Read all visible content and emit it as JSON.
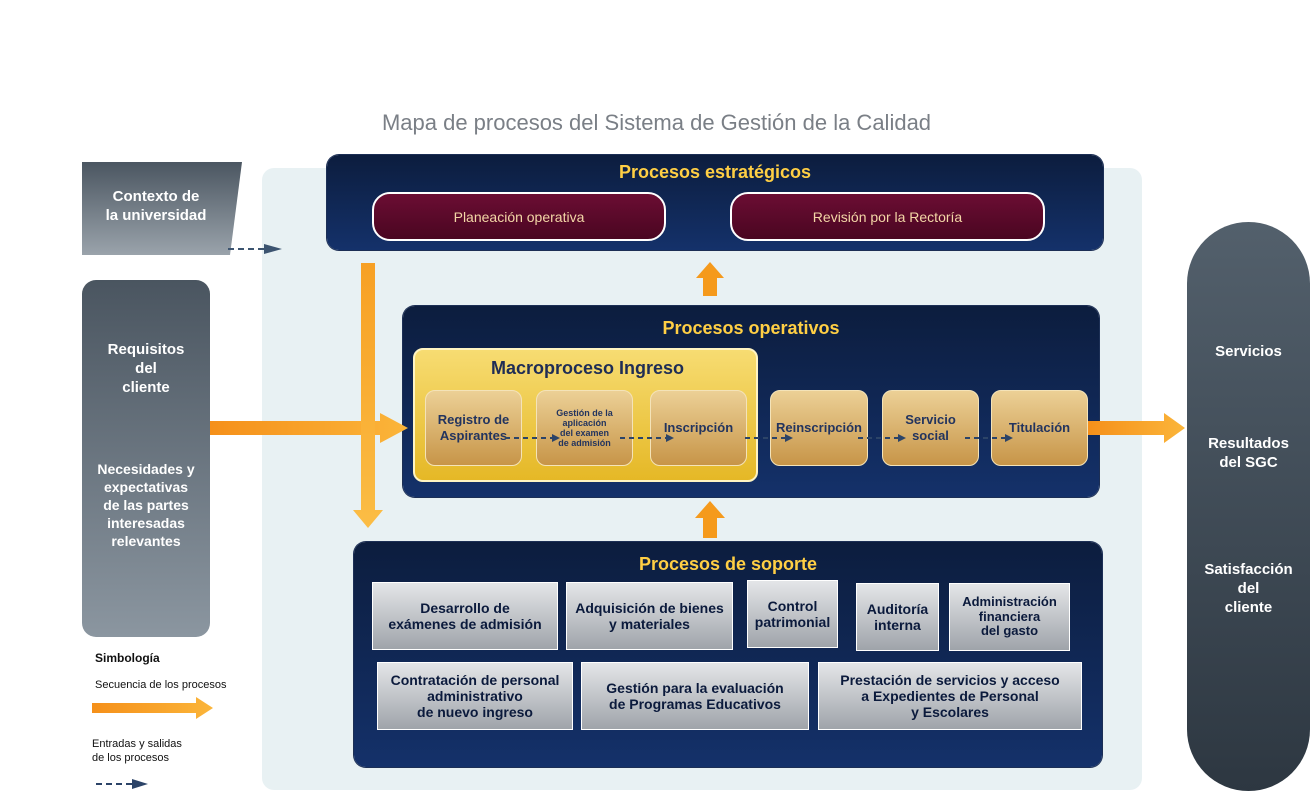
{
  "title": "Mapa de procesos del Sistema de Gestión de la Calidad",
  "context": "Contexto de\nla universidad",
  "left_box": {
    "requisitos": "Requisitos\ndel\ncliente",
    "necesidades": "Necesidades y\nexpectativas\nde las partes\ninteresadas\nrelevantes"
  },
  "estrategicos": {
    "title": "Procesos estratégicos",
    "items": [
      "Planeación operativa",
      "Revisión por la Rectoría"
    ]
  },
  "operativos": {
    "title": "Procesos operativos",
    "macro_title": "Macroproceso Ingreso",
    "macro_steps": [
      "Registro de\nAspirantes",
      "Gestión de la\naplicación\ndel examen\nde admisión",
      "Inscripción"
    ],
    "steps": [
      "Reinscripción",
      "Servicio\nsocial",
      "Titulación"
    ]
  },
  "soporte": {
    "title": "Procesos de soporte",
    "row1": [
      "Desarrollo de\nexámenes de admisión",
      "Adquisición de bienes\ny materiales",
      "Control\npatrimonial",
      "Auditoría\ninterna",
      "Administración\nfinanciera\ndel gasto"
    ],
    "row2": [
      "Contratación de personal\nadministrativo\nde nuevo ingreso",
      "Gestión para la evaluación\nde Programas Educativos",
      "Prestación de servicios y acceso\na Expedientes de Personal\ny Escolares"
    ]
  },
  "outputs": [
    "Servicios",
    "Resultados\ndel SGC",
    "Satisfacción\ndel\ncliente"
  ],
  "legend": {
    "title": "Simbología",
    "sequence": "Secuencia de los procesos",
    "io": "Entradas y salidas\nde los procesos"
  },
  "colors": {
    "navy": "#0c1d3e",
    "gold": "#ffcf44",
    "orange": "#f59a1c",
    "maroon": "#5a0a2a"
  }
}
